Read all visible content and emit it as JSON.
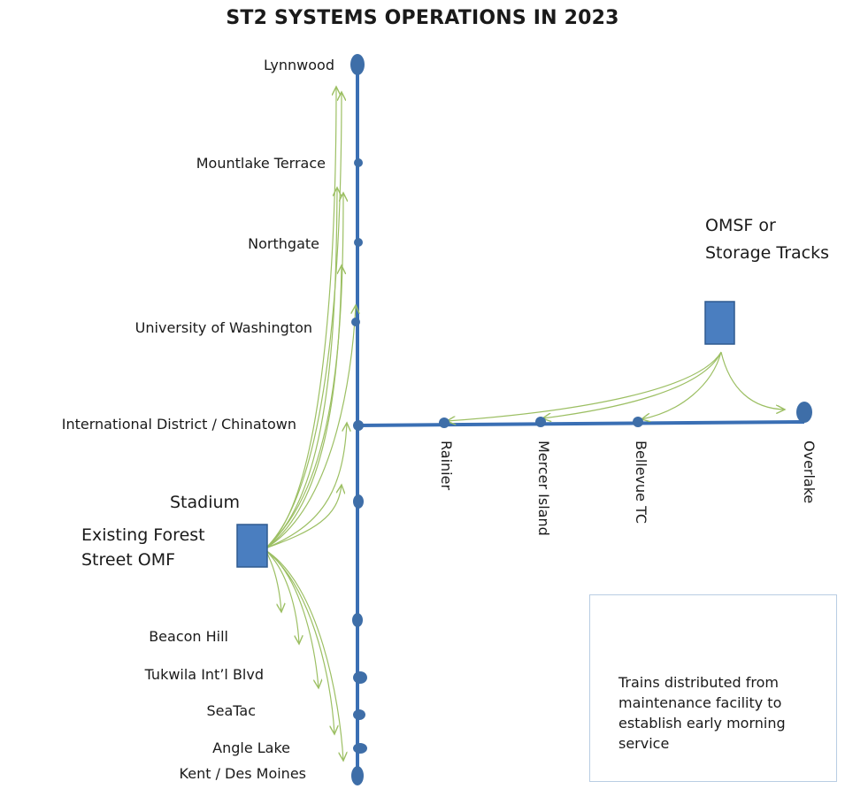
{
  "title": "ST2 SYSTEMS OPERATIONS IN 2023",
  "colors": {
    "line": "#3a6fb4",
    "station": "#3e6ea8",
    "facility": "#4a7ec0",
    "arrow": "#9cbf63"
  },
  "stations_main": [
    "Lynnwood",
    "Mountlake Terrace",
    "Northgate",
    "University of Washington",
    "International District / Chinatown",
    "Stadium",
    "Beacon Hill",
    "Tukwila Int’l Blvd",
    "SeaTac",
    "Angle Lake",
    "Kent / Des Moines"
  ],
  "stations_east": [
    "Rainier",
    "Mercer Island",
    "Bellevue TC",
    "Overlake"
  ],
  "facilities": {
    "forest_street": {
      "line1": "Existing Forest",
      "line2": "Street OMF"
    },
    "omsf": {
      "line1": "OMSF or",
      "line2": "Storage Tracks"
    }
  },
  "legend": {
    "icon": "green-arrow-icon",
    "text": "Trains distributed from maintenance facility to establish early morning service"
  }
}
